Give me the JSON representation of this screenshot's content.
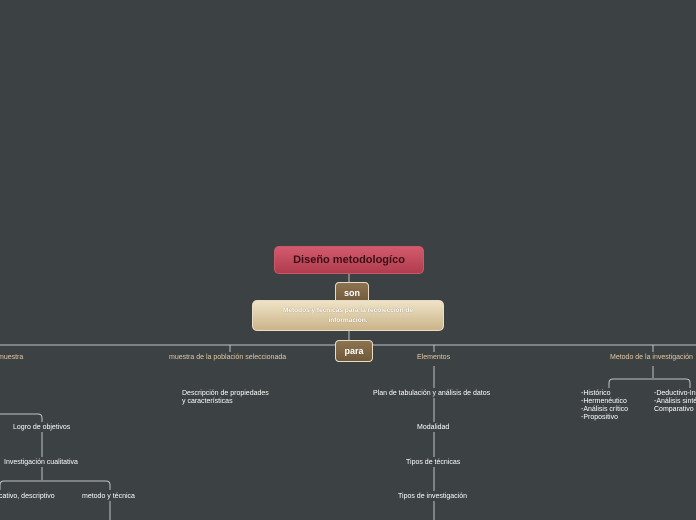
{
  "root": {
    "title": "Diseño metodologíco"
  },
  "connectors": {
    "son": "son",
    "para": "para"
  },
  "methods": {
    "text": "Métodos y técnicas para la recolección de información."
  },
  "branches": {
    "muestra": "muestra",
    "poblacion": "muestra de la población seleccionada",
    "elementos": "Elementos",
    "metodo": "Metodo de la investigación"
  },
  "leaves": {
    "descripcion_1": "Descripción  de propiedades",
    "descripcion_2": "y características",
    "plan": "Plan de tabulación y análisis de datos",
    "modalidad": "Modalidad",
    "tipos_tecnicas": "Tipos de técnicas",
    "tipos_investigacion": "Tipos de investigación",
    "logro": "Logro de objetivos",
    "cualitativa": "Investigación cualitativa",
    "descriptivo": "cativo, descriptivo",
    "metodo_tecnica": "metodo y técnica",
    "metodos_a": [
      "-Histórico",
      "-Hermenéutico",
      "-Análisis crítico",
      "-Propositivo"
    ],
    "metodos_b": [
      "-Deductivo-Inductivo",
      "-Análisis sintético",
      "Comparativo"
    ]
  }
}
